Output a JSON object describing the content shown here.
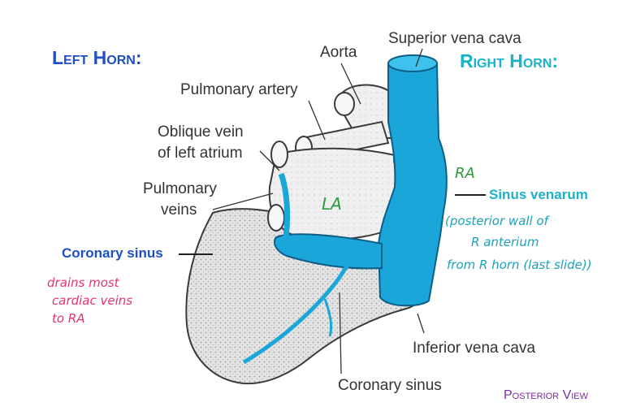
{
  "headings": {
    "left_horn": "Left Horn:",
    "right_horn": "Right Horn:",
    "view": "Posterior View"
  },
  "labels": {
    "aorta": "Aorta",
    "svc": "Superior vena cava",
    "pulmonary_artery": "Pulmonary artery",
    "oblique_vein_1": "Oblique vein",
    "oblique_vein_2": "of left atrium",
    "pulmonary_veins_1": "Pulmonary",
    "pulmonary_veins_2": "veins",
    "coronary_sinus_left": "Coronary sinus",
    "sinus_venarum": "Sinus venarum",
    "ivc": "Inferior vena cava",
    "coronary_sinus_bottom": "Coronary sinus"
  },
  "annotations": {
    "la": "LA",
    "ra": "RA",
    "drains_1": "drains most",
    "drains_2": "cardiac veins",
    "drains_3": "to RA",
    "posterior_wall_1": "(posterior wall of",
    "posterior_wall_2": "R anterium",
    "posterior_wall_3": "from R horn (last slide))"
  },
  "colors": {
    "left_horn": "#1f4fc4",
    "right_horn": "#19b3c9",
    "highlight": "#1aa6d8",
    "view": "#7a2e9a",
    "pink": "#e8326e",
    "green": "#2a9a3a",
    "teal": "#1aa2b8"
  }
}
